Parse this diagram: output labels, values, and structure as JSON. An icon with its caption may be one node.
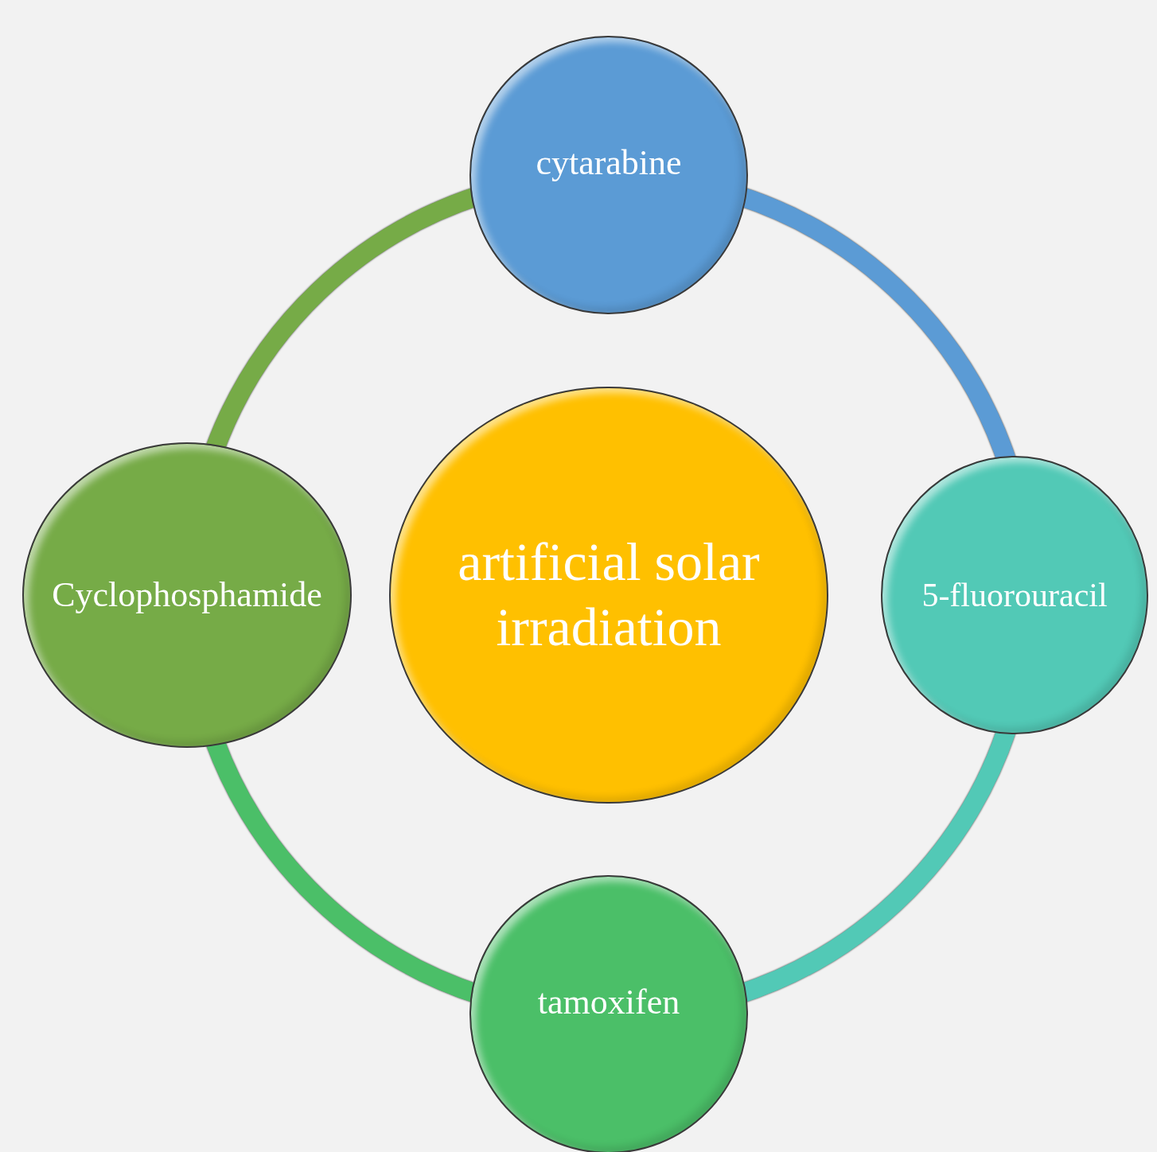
{
  "diagram": {
    "nodes": [
      {
        "text": [
          "cytarabine"
        ]
      },
      {
        "text": [
          "Cyclophosphamide"
        ]
      },
      {
        "text": [
          "artificial solar irradiation"
        ]
      },
      {
        "text": [
          "5-fluorouracil"
        ]
      },
      {
        "text": [
          "tamoxifen"
        ]
      }
    ],
    "edges": [
      {
        "from": 0,
        "to": 3,
        "arrow": "none",
        "color": "#5b9bd5"
      },
      {
        "from": 3,
        "to": 4,
        "arrow": "none",
        "color": "#52c9b6"
      },
      {
        "from": 4,
        "to": 1,
        "arrow": "none",
        "color": "#4bbf68"
      },
      {
        "from": 1,
        "to": 0,
        "arrow": "none",
        "color": "#76ab47"
      }
    ]
  }
}
